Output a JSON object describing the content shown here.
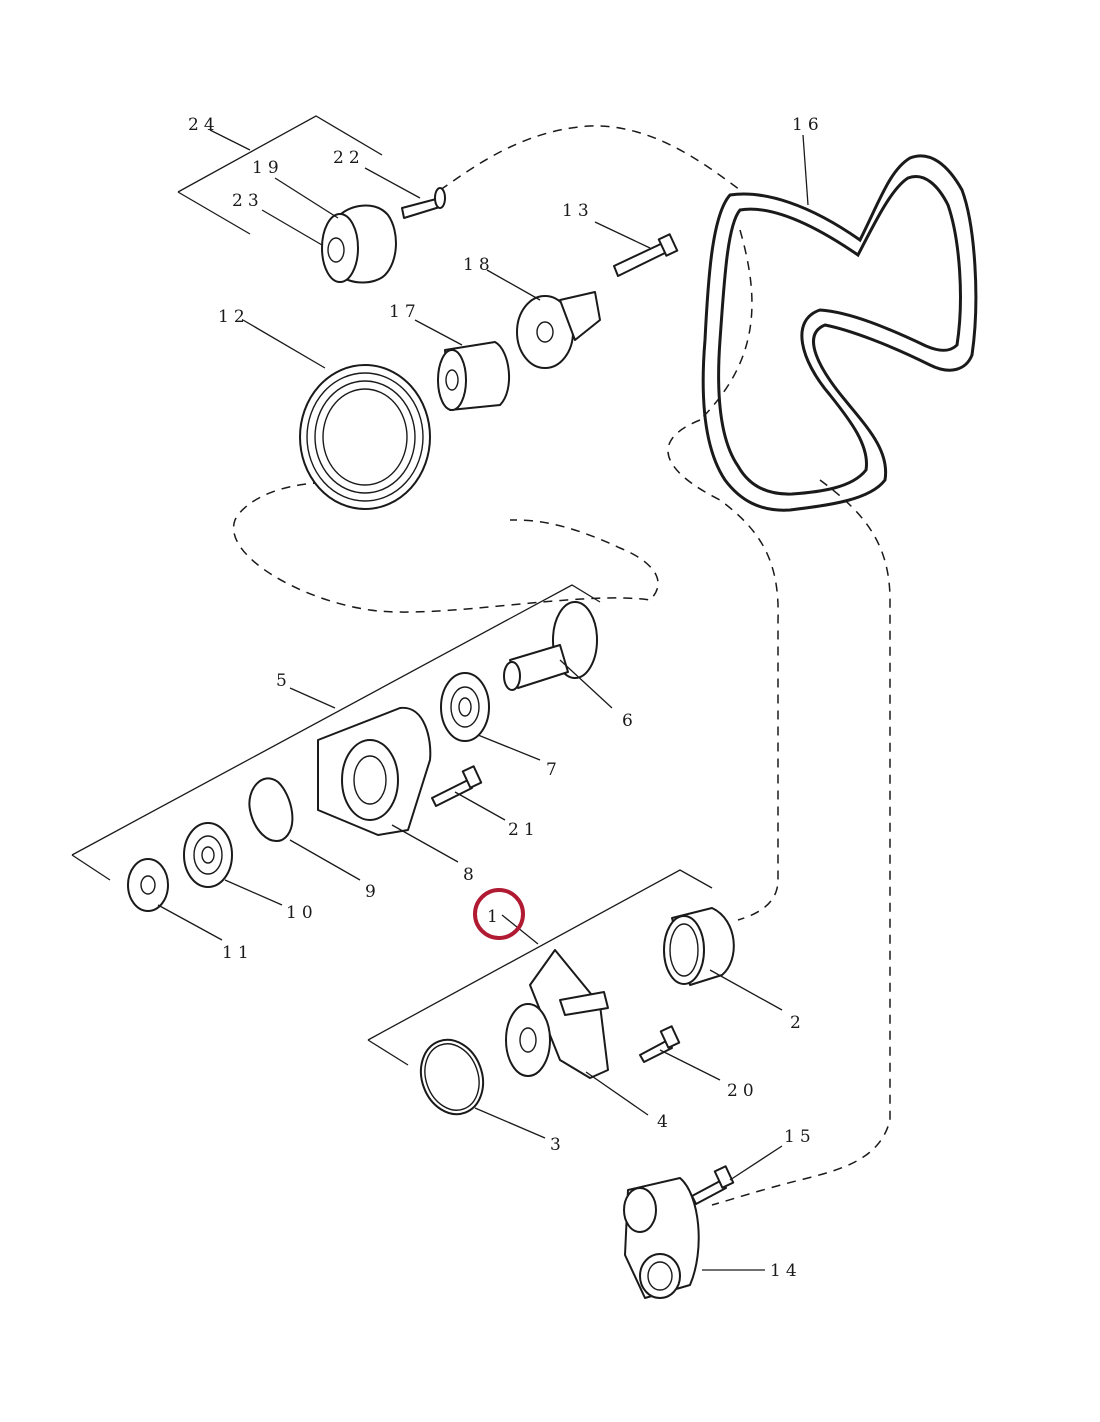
{
  "diagram": {
    "callouts": [
      "1",
      "2",
      "3",
      "4",
      "5",
      "6",
      "7",
      "8",
      "9",
      "10",
      "11",
      "12",
      "13",
      "14",
      "15",
      "16",
      "17",
      "18",
      "19",
      "20",
      "21",
      "22",
      "23",
      "24"
    ],
    "highlight_label": "1",
    "highlight_color": "#b01a32",
    "line_color": "#1a1a1a"
  }
}
